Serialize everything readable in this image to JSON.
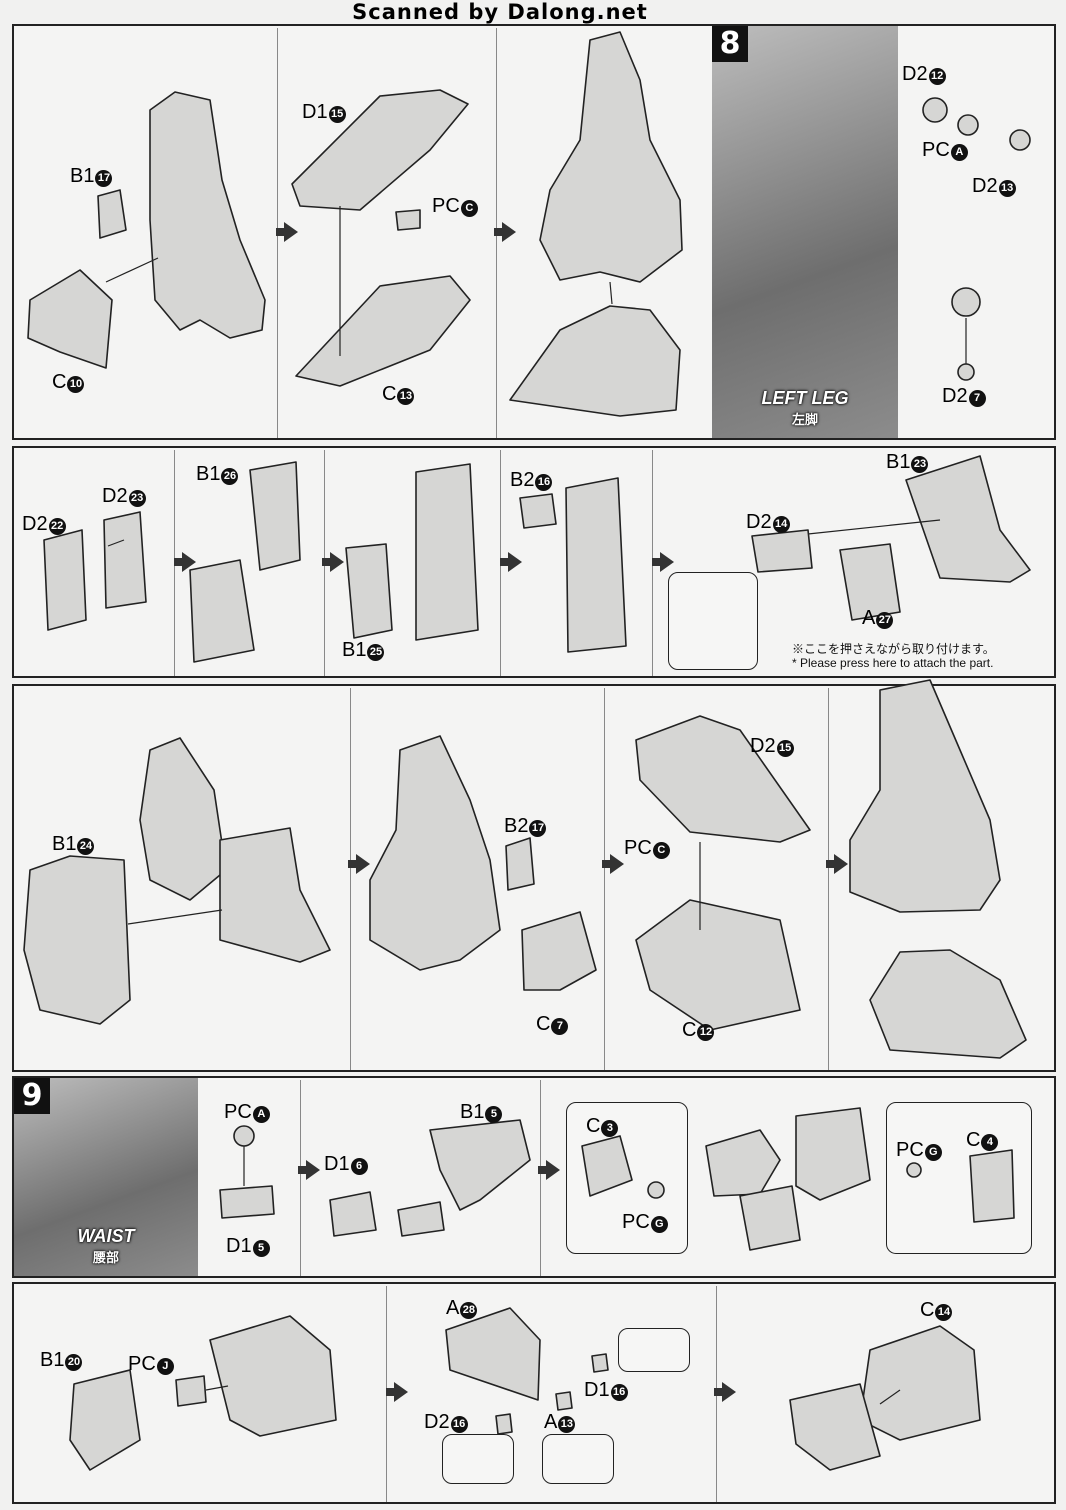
{
  "watermark": "Scanned by Dalong.net",
  "step8": {
    "number": "8",
    "caption": "LEFT LEG",
    "caption_jp": "左脚",
    "labels": {
      "b1_17": {
        "code": "B1",
        "num": "17"
      },
      "c10": {
        "code": "C",
        "num": "10"
      },
      "d1_15": {
        "code": "D1",
        "num": "15"
      },
      "pc_c": {
        "code": "PC",
        "num": "C"
      },
      "c13": {
        "code": "C",
        "num": "13"
      },
      "d2_12": {
        "code": "D2",
        "num": "12"
      },
      "pc_a": {
        "code": "PC",
        "num": "A"
      },
      "d2_13": {
        "code": "D2",
        "num": "13"
      },
      "d2_7": {
        "code": "D2",
        "num": "7"
      }
    }
  },
  "row2": {
    "labels": {
      "d2_22": {
        "code": "D2",
        "num": "22"
      },
      "d2_23": {
        "code": "D2",
        "num": "23"
      },
      "b1_26": {
        "code": "B1",
        "num": "26"
      },
      "b1_25": {
        "code": "B1",
        "num": "25"
      },
      "b2_16": {
        "code": "B2",
        "num": "16"
      },
      "d2_14": {
        "code": "D2",
        "num": "14"
      },
      "b1_23": {
        "code": "B1",
        "num": "23"
      },
      "a27": {
        "code": "A",
        "num": "27"
      }
    },
    "note_jp": "※ここを押さえながら取り付けます。",
    "note_en": "* Please press here to attach the part."
  },
  "row3": {
    "labels": {
      "b1_24": {
        "code": "B1",
        "num": "24"
      },
      "b2_17": {
        "code": "B2",
        "num": "17"
      },
      "c7": {
        "code": "C",
        "num": "7"
      },
      "d2_15": {
        "code": "D2",
        "num": "15"
      },
      "pc_c": {
        "code": "PC",
        "num": "C"
      },
      "c12": {
        "code": "C",
        "num": "12"
      }
    }
  },
  "step9": {
    "number": "9",
    "caption": "WAIST",
    "caption_jp": "腰部",
    "labels": {
      "pc_a": {
        "code": "PC",
        "num": "A"
      },
      "d1_5": {
        "code": "D1",
        "num": "5"
      },
      "d1_6": {
        "code": "D1",
        "num": "6"
      },
      "b1_5": {
        "code": "B1",
        "num": "5"
      },
      "c3": {
        "code": "C",
        "num": "3"
      },
      "pc_g": {
        "code": "PC",
        "num": "G"
      },
      "pc_g2": {
        "code": "PC",
        "num": "G"
      },
      "c4": {
        "code": "C",
        "num": "4"
      }
    }
  },
  "row5": {
    "labels": {
      "b1_20": {
        "code": "B1",
        "num": "20"
      },
      "pc_j": {
        "code": "PC",
        "num": "J"
      },
      "a28": {
        "code": "A",
        "num": "28"
      },
      "d1_16": {
        "code": "D1",
        "num": "16"
      },
      "d2_16": {
        "code": "D2",
        "num": "16"
      },
      "a13": {
        "code": "A",
        "num": "13"
      },
      "c14": {
        "code": "C",
        "num": "14"
      }
    }
  }
}
